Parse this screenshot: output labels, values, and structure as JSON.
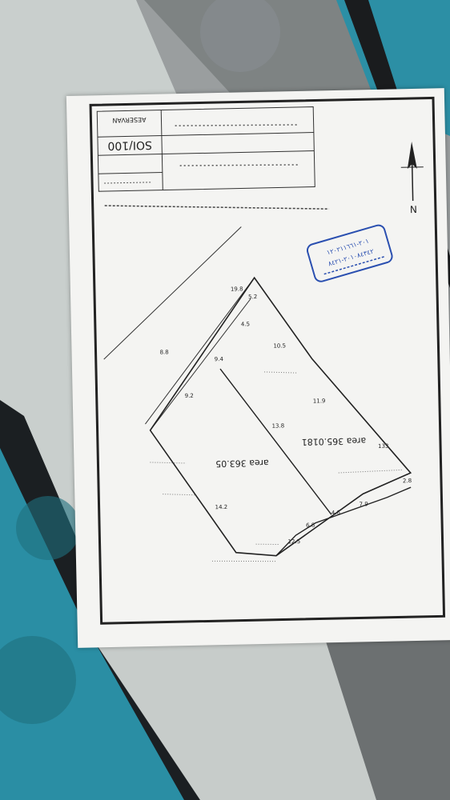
{
  "title_block": {
    "sheet_no": "SOI/100",
    "label_top": "AESERVAN"
  },
  "north_label": "N",
  "stamp": {
    "line1": "٢٠١-١٢٠٢١١٦٦١",
    "line2": "٢٠١٠٨٤٣٤٢-٨٤٢١"
  },
  "plot": {
    "area_east": "365.0181",
    "area_west": "363.05",
    "area_word": "area"
  },
  "dimensions": {
    "top_edge": "19.8",
    "right_edge": "133",
    "a": "5.2",
    "b": "4.5",
    "c": "9.4",
    "d": "9.2",
    "e": "10.5",
    "f": "8.8",
    "g": "11.9",
    "h": "13.8",
    "i": "14.2",
    "j": "6.8",
    "k": "4.6",
    "l": "7.9",
    "m": "2.8",
    "n": "12.5"
  }
}
